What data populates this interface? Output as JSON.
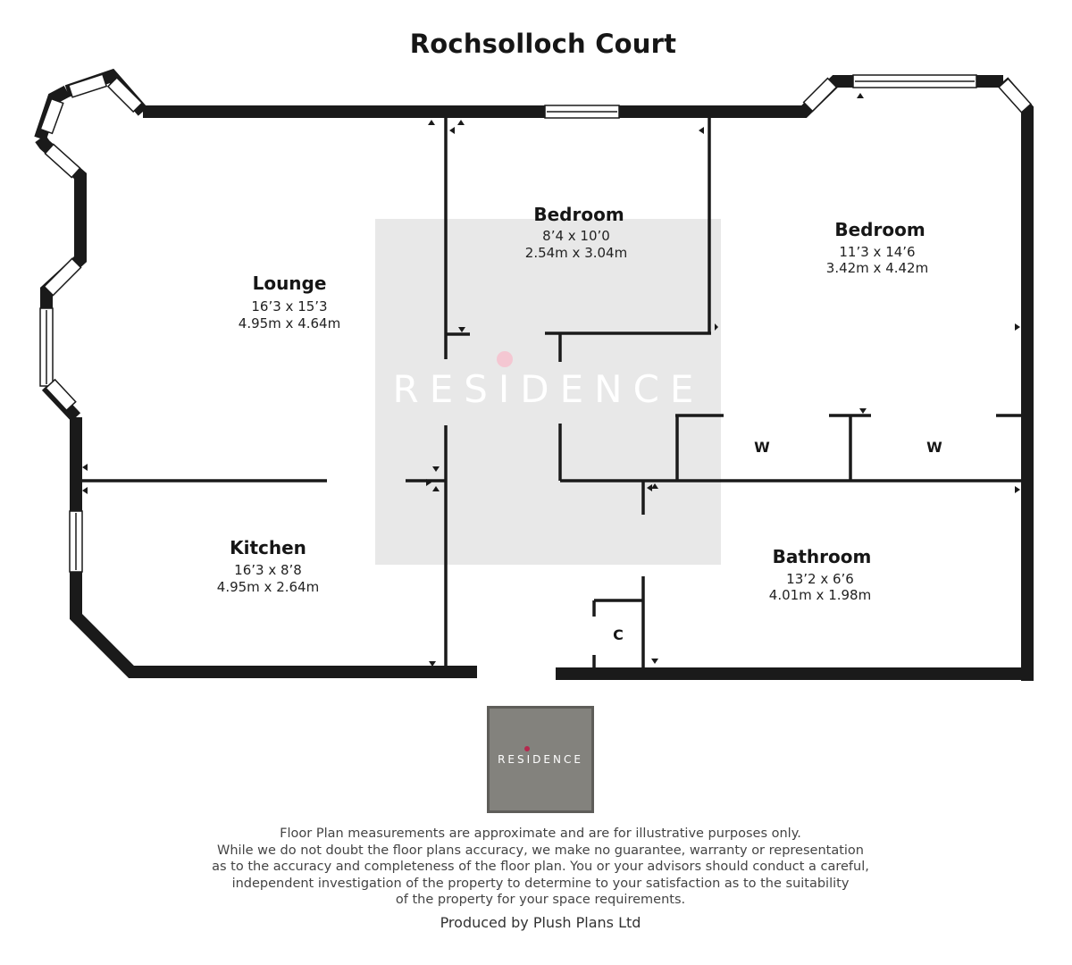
{
  "title": "Rochsolloch Court",
  "rooms": {
    "lounge": {
      "name": "Lounge",
      "imperial": "16’3 x 15’3",
      "metric": "4.95m x 4.64m"
    },
    "bedroom_small": {
      "name": "Bedroom",
      "imperial": "8’4 x 10’0",
      "metric": "2.54m x 3.04m"
    },
    "bedroom_large": {
      "name": "Bedroom",
      "imperial": "11’3 x 14’6",
      "metric": "3.42m x 4.42m"
    },
    "kitchen": {
      "name": "Kitchen",
      "imperial": "16’3 x 8’8",
      "metric": "4.95m x 2.64m"
    },
    "bathroom": {
      "name": "Bathroom",
      "imperial": "13’2 x 6’6",
      "metric": "4.01m x 1.98m"
    }
  },
  "labels": {
    "wardrobe_1": "W",
    "wardrobe_2": "W",
    "cupboard": "C"
  },
  "watermark": "RESIDENCE",
  "logo": {
    "text": "RESIDENCE"
  },
  "disclaimer": {
    "line1": "Floor Plan measurements are approximate and are for illustrative purposes only.",
    "line2": "While we do not doubt the floor plans accuracy, we make no guarantee, warranty or representation",
    "line3": "as to the accuracy and completeness of the floor plan. You or your advisors should conduct a careful,",
    "line4": "independent investigation of the property to determine to your satisfaction as to the suitability",
    "line5": "of the property for your space requirements."
  },
  "credit": "Produced by Plush Plans Ltd",
  "colors": {
    "wall": "#1a1a1a",
    "watermark_box": "#e6e6e6",
    "logo_bg": "#83827d",
    "accent_dot": "#b5294e"
  }
}
